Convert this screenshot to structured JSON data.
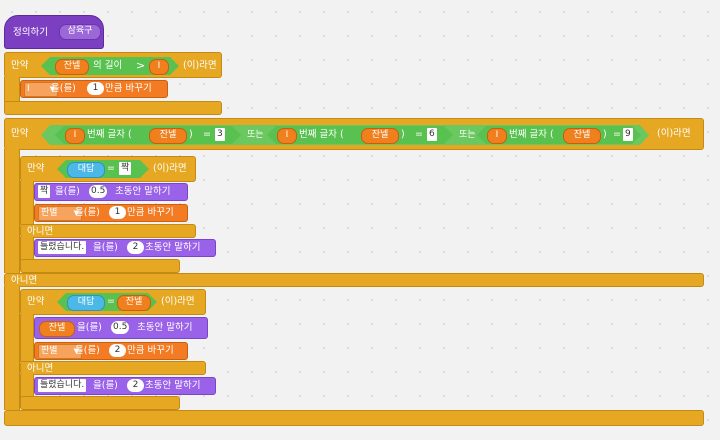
{
  "define": {
    "label": "정의하기",
    "name": "삼육구"
  },
  "if1": {
    "if_label": "만약",
    "then_label": "(이)라면",
    "length_var": "잔넬",
    "length_text": "의 길이",
    "op": ">",
    "rhs_var": "I",
    "change": {
      "var": "I",
      "by_text": "을(를)",
      "value": "1",
      "suffix": "만큼 바꾸기"
    }
  },
  "if2": {
    "if_label": "만약",
    "then_label": "(이)라면",
    "else_label": "아니면",
    "cond": [
      {
        "idx": "I",
        "char_text": "번째 글자 (",
        "var": "잔넬",
        "close": ")",
        "eq": "=",
        "val": "3"
      },
      {
        "idx": "I",
        "char_text": "번째 글자 (",
        "var": "잔넬",
        "close": ")",
        "eq": "=",
        "val": "6"
      },
      {
        "idx": "I",
        "char_text": "번째 글자 (",
        "var": "잔넬",
        "close": ")",
        "eq": "=",
        "val": "9"
      }
    ],
    "or_label": "또는"
  },
  "inner1": {
    "if_label": "만약",
    "then_label": "(이)라면",
    "else_label": "아니면",
    "answer": "대답",
    "eq": "=",
    "val": "짝",
    "say1": {
      "text": "짝",
      "mid": "을(를)",
      "secs": "0.5",
      "suffix": "초동안 말하기"
    },
    "change": {
      "var": "판별",
      "mid": "을(를)",
      "value": "1",
      "suffix": "만큼 바꾸기"
    },
    "say2": {
      "text": "틀렸습니다.",
      "mid": "을(를)",
      "secs": "2",
      "suffix": "초동안 말하기"
    }
  },
  "inner2": {
    "if_label": "만약",
    "then_label": "(이)라면",
    "else_label": "아니면",
    "answer": "대답",
    "eq": "=",
    "val": "잔넬",
    "say1": {
      "text": "잔넬",
      "mid": "을(를)",
      "secs": "0.5",
      "suffix": "초동안 말하기"
    },
    "change": {
      "var": "판별",
      "mid": "을(를)",
      "value": "2",
      "suffix": "만큼 바꾸기"
    },
    "say2": {
      "text": "틀렸습니다.",
      "mid": "을(를)",
      "secs": "2",
      "suffix": "초동안 말하기"
    }
  }
}
